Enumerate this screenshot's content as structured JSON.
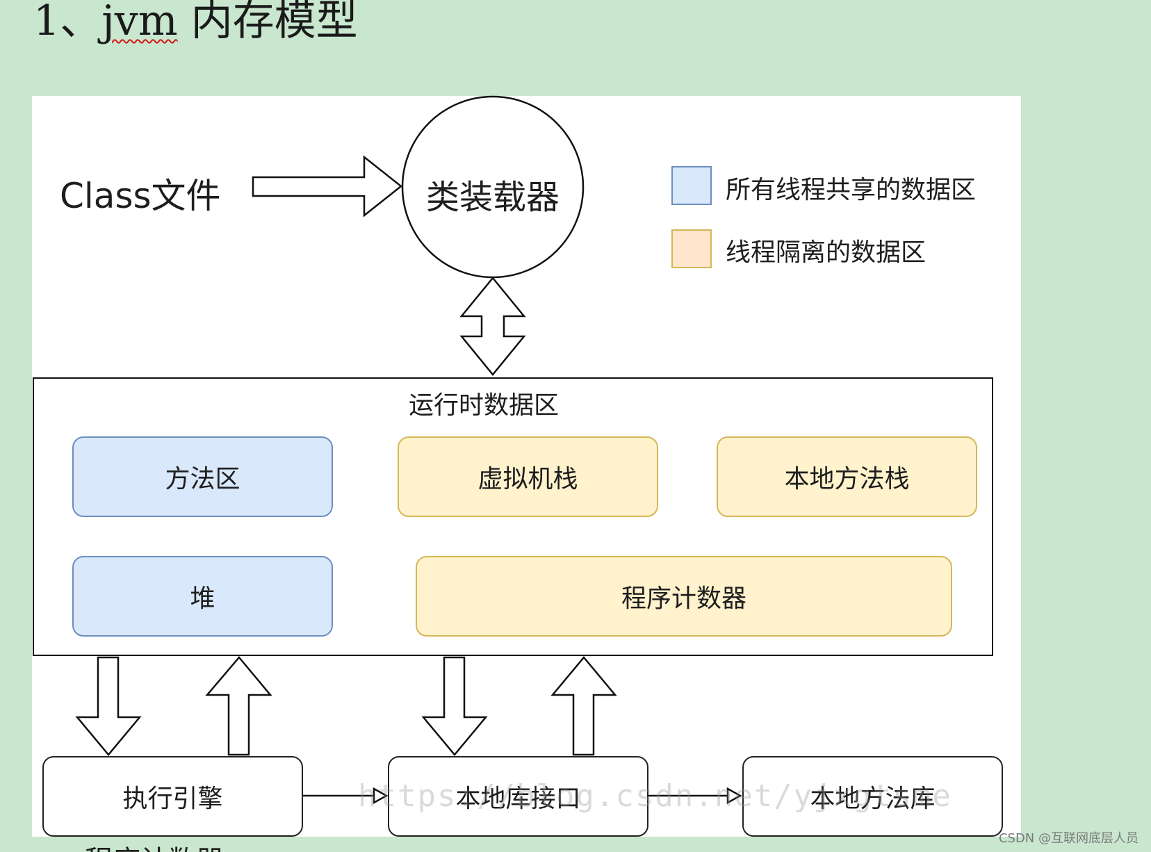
{
  "heading": {
    "number": "1、",
    "jvm": "jvm",
    "rest": " 内存模型"
  },
  "diagram": {
    "class_file": "Class文件",
    "class_loader": "类装载器",
    "runtime_area": {
      "title": "运行时数据区",
      "method_area": "方法区",
      "vm_stack": "虚拟机栈",
      "native_method_stack": "本地方法栈",
      "heap": "堆",
      "program_counter": "程序计数器"
    },
    "execution_engine": "执行引擎",
    "native_interface": "本地库接口",
    "native_library": "本地方法库"
  },
  "legend": {
    "shared": "所有线程共享的数据区",
    "isolated": "线程隔离的数据区"
  },
  "colors": {
    "page_background": "#c9e6ce",
    "shared_fill": "#dae8fc",
    "shared_border": "#6c8ebf",
    "isolated_fill": "#fff2cc",
    "isolated_border": "#d6b656",
    "legend_isolated_fill": "#ffe6cc"
  },
  "watermark": "https://blog.csdn.net/yjxgtsme",
  "credit": "CSDN @互联网底层人员",
  "cut_off_text": "程序计数器"
}
